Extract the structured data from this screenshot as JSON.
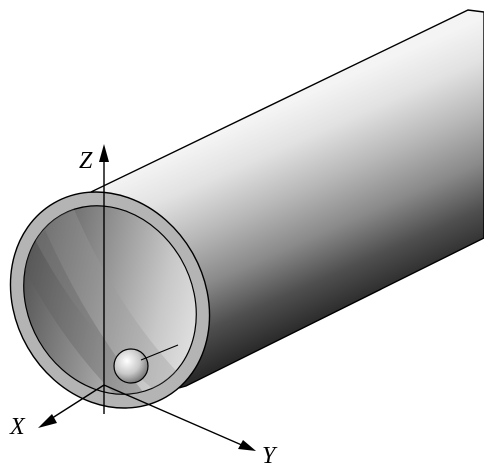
{
  "axes": {
    "z_label": "Z",
    "x_label": "X",
    "y_label": "Y"
  },
  "colors": {
    "outline": "#000000",
    "tube_highlight": "#f4f4f4",
    "tube_shadow": "#2a2a2a",
    "rim": "#b4b4b4",
    "ball": "#d8d8d8"
  },
  "objects": {
    "tube": "hollow-circular-tube",
    "ball": "sphere-inside-tube"
  }
}
